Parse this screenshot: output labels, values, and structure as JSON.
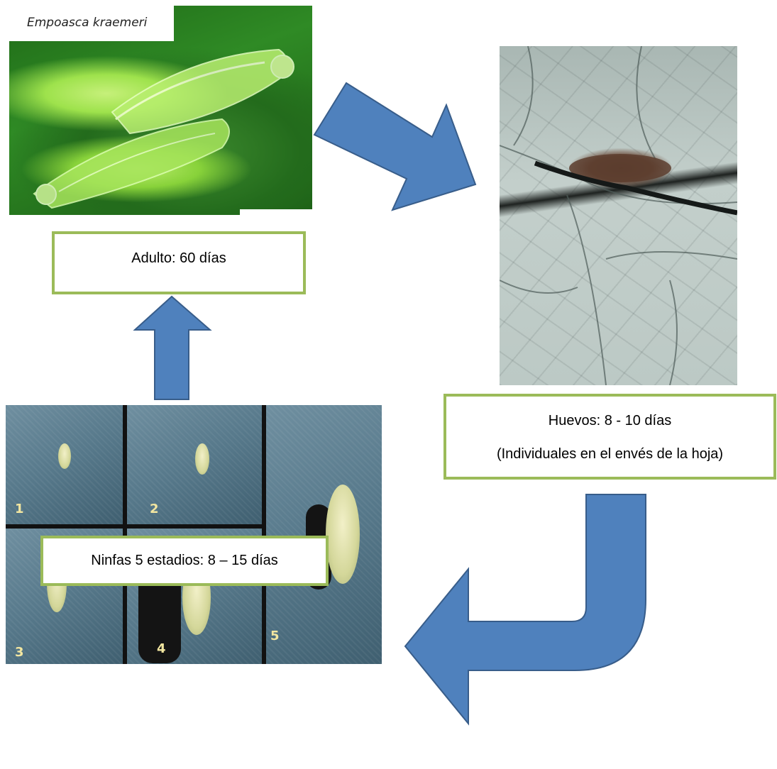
{
  "photos": {
    "adult": {
      "caption": "Empoasca kraemeri"
    },
    "nymphs": {
      "stage_labels": [
        "1",
        "2",
        "3",
        "4",
        "5"
      ]
    }
  },
  "boxes": {
    "adult": {
      "text": "Adulto: 60 días"
    },
    "eggs": {
      "line1": "Huevos: 8 - 10 días",
      "line2": "(Individuales en el envés de la hoja)"
    },
    "nymphs": {
      "text": "Ninfas 5 estadios: 8 – 15 días"
    }
  },
  "colors": {
    "arrow_fill": "#4f81bd",
    "arrow_stroke": "#385d8a",
    "box_border": "#9bbb59"
  }
}
